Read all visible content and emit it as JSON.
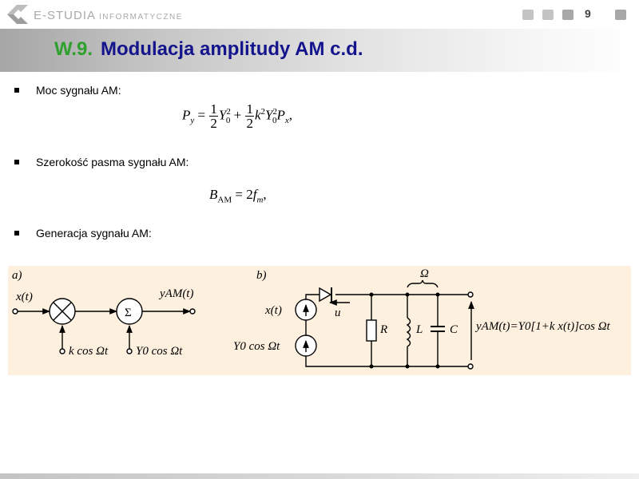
{
  "header": {
    "logo_main": "E-STUDIA",
    "logo_sub": "INFORMATYCZNE",
    "page_number": "9"
  },
  "slide": {
    "number": "W.9.",
    "title": "Modulacja amplitudy AM c.d."
  },
  "bullets": [
    {
      "text": "Moc sygnału AM:"
    },
    {
      "text": "Szerokość pasma sygnału AM:"
    },
    {
      "text": "Generacja sygnału AM:"
    }
  ],
  "circuit": {
    "label_a": "a)",
    "label_b": "b)",
    "input": "x(t)",
    "output_a": "yAM(t)",
    "carrier_1": "k cos Ωt",
    "carrier_2": "Y0 cos Ωt",
    "sum_symbol": "Σ",
    "omega": "Ω",
    "source_x": "x(t)",
    "source_y": "Y0 cos Ωt",
    "diode_voltage": "u",
    "resistor": "R",
    "inductor": "L",
    "capacitor": "C",
    "output_b": "yAM(t)=Y0[1+k x(t)]cos Ωt"
  }
}
